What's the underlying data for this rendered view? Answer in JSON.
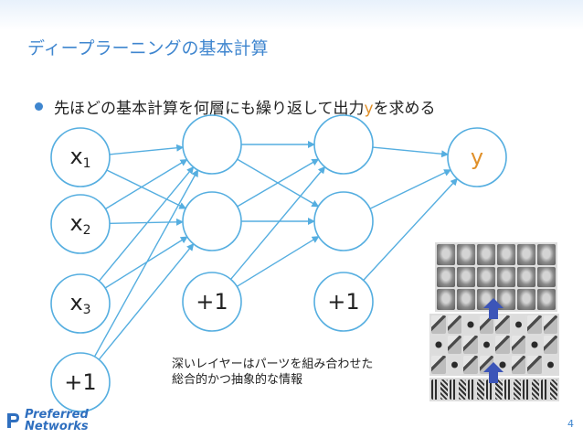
{
  "slide": {
    "title": "ディープラーニングの基本計算",
    "bullet_before": "先ほどの基本計算を何層にも繰り返して出力",
    "bullet_accent": "y",
    "bullet_after": "を求める",
    "page_number": "4",
    "accent_color": "#e0902a",
    "theme_color": "#3f86cf"
  },
  "network": {
    "input_nodes": [
      {
        "base": "x",
        "sub": "1"
      },
      {
        "base": "x",
        "sub": "2"
      },
      {
        "base": "x",
        "sub": "3"
      },
      {
        "base": "+1",
        "sub": ""
      }
    ],
    "hidden1_bias": "+1",
    "hidden2_bias": "+1",
    "output": "y"
  },
  "note": {
    "line1": "深いレイヤーはパーツを組み合わせた",
    "line2": "総合的かつ抽象的な情報"
  },
  "logo": {
    "line1": "Preferred",
    "line2": "Networks"
  }
}
